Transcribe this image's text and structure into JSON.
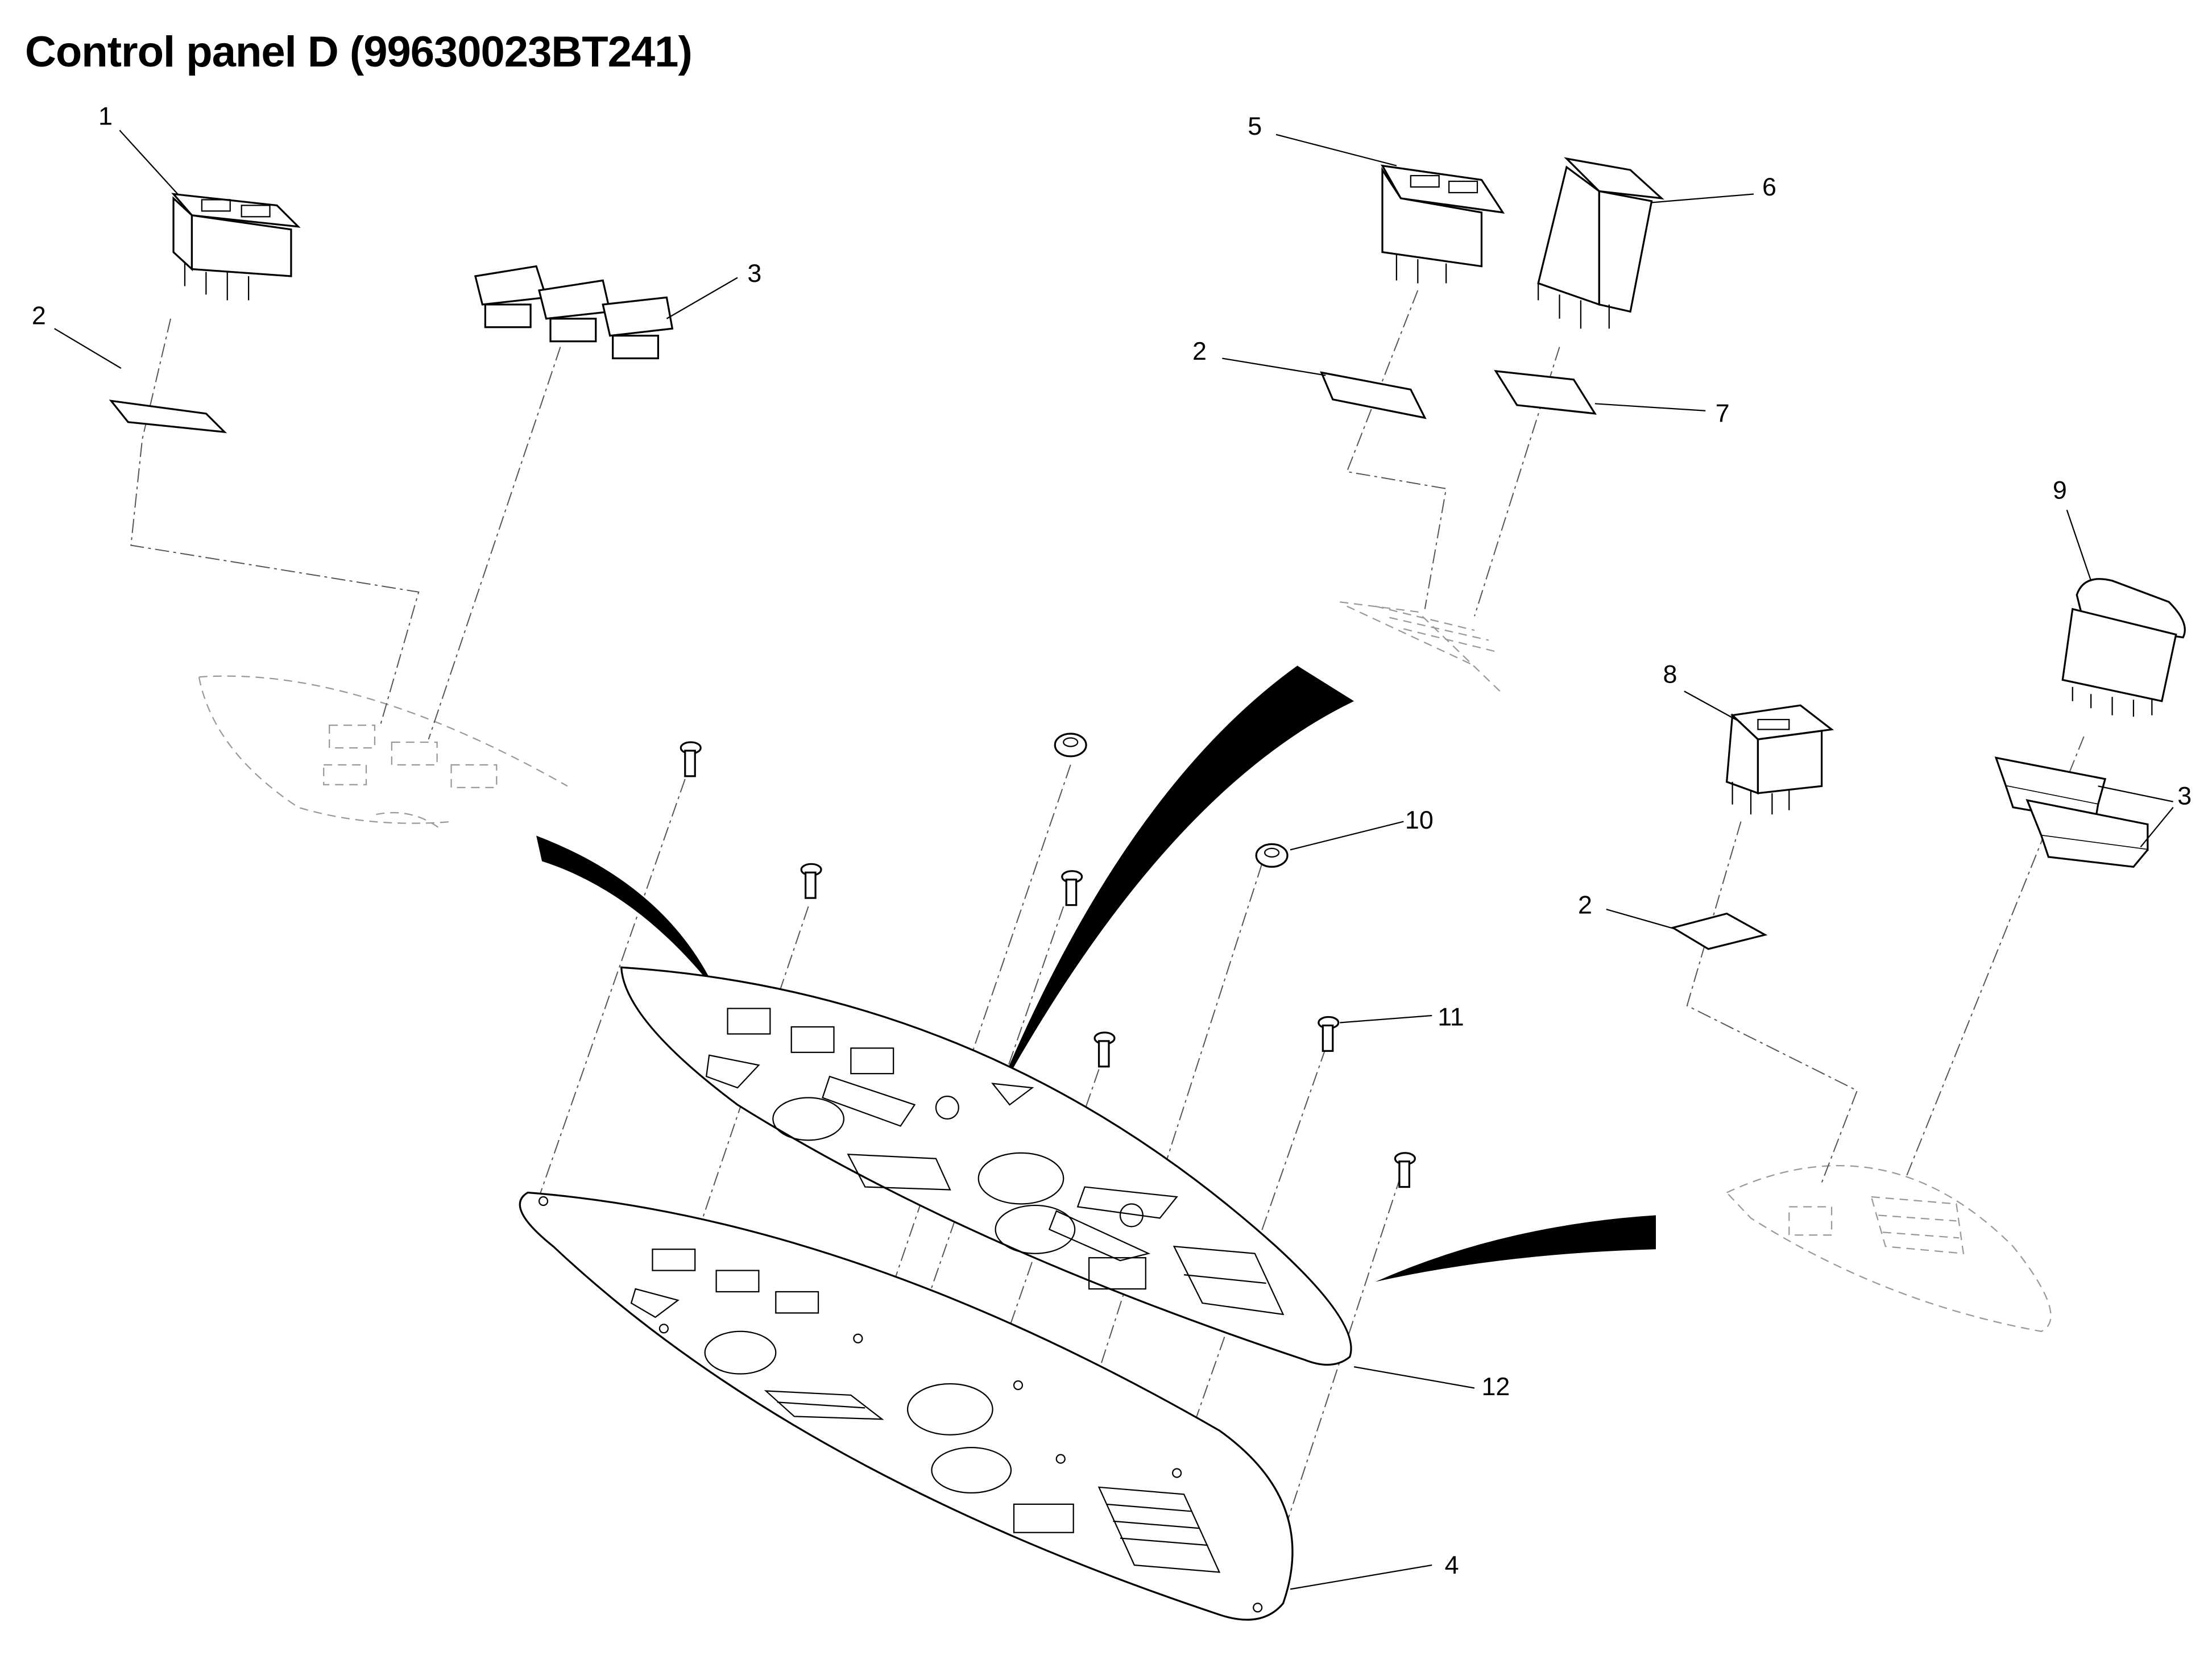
{
  "title": "Control panel D (99630023BT241)",
  "callouts": {
    "c1": "1",
    "c2a": "2",
    "c3a": "3",
    "c5": "5",
    "c6": "6",
    "c2b": "2",
    "c7": "7",
    "c9": "9",
    "c8": "8",
    "c10": "10",
    "c3b": "3",
    "c2c": "2",
    "c11": "11",
    "c12": "12",
    "c4": "4"
  }
}
